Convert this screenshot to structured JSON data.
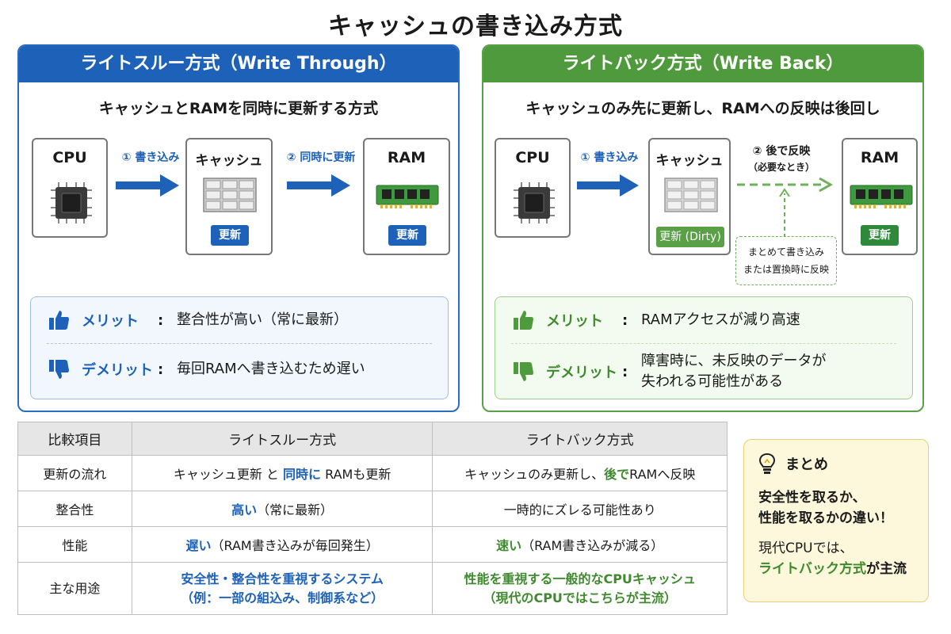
{
  "title": "キャッシュの書き込み方式",
  "write_through": {
    "header": "ライトスルー方式（Write Through）",
    "subtitle": "キャッシュとRAMを同時に更新する方式",
    "cpu_label": "CPU",
    "cache_label": "キャッシュ",
    "ram_label": "RAM",
    "step1": "① 書き込み",
    "step2": "② 同時に更新",
    "cache_badge": "更新",
    "ram_badge": "更新",
    "merit_label": "メリット",
    "merit_text": "整合性が高い（常に最新）",
    "demerit_label": "デメリット",
    "demerit_text": "毎回RAMへ書き込むため遅い",
    "colors": {
      "primary": "#1d62b8"
    }
  },
  "write_back": {
    "header": "ライトバック方式（Write Back）",
    "subtitle": "キャッシュのみ先に更新し、RAMへの反映は後回し",
    "cpu_label": "CPU",
    "cache_label": "キャッシュ",
    "ram_label": "RAM",
    "step1": "① 書き込み",
    "step2": "② 後で反映",
    "step2_note": "（必要なとき）",
    "cache_badge": "更新 (Dirty)",
    "ram_badge": "更新",
    "note_line1": "まとめて書き込み",
    "note_line2": "または置換時に反映",
    "merit_label": "メリット",
    "merit_text": "RAMアクセスが減り高速",
    "demerit_label": "デメリット",
    "demerit_text_line1": "障害時に、未反映のデータが",
    "demerit_text_line2": "失われる可能性がある",
    "colors": {
      "primary": "#4f9a3c"
    }
  },
  "comparison": {
    "headers": [
      "比較項目",
      "ライトスルー方式",
      "ライトバック方式"
    ],
    "flow": {
      "label": "更新の流れ",
      "wt_a": "キャッシュ更新 と ",
      "wt_b": "同時に",
      "wt_c": " RAMも更新",
      "wb_a": "キャッシュのみ更新し、",
      "wb_b": "後で",
      "wb_c": "RAMへ反映"
    },
    "consistency": {
      "label": "整合性",
      "wt_a": "高い",
      "wt_b": "（常に最新）",
      "wb": "一時的にズレる可能性あり"
    },
    "performance": {
      "label": "性能",
      "wt_a": "遅い",
      "wt_b": "（RAM書き込みが毎回発生）",
      "wb_a": "速い",
      "wb_b": "（RAM書き込みが減る）"
    },
    "usage": {
      "label": "主な用途",
      "wt_line1": "安全性・整合性を重視するシステム",
      "wt_line2": "（例：一部の組込み、制御系など）",
      "wb_line1": "性能を重視する一般的なCPUキャッシュ",
      "wb_line2": "（現代のCPUではこちらが主流）"
    }
  },
  "summary": {
    "title": "まとめ",
    "line1": "安全性を取るか、",
    "line2": "性能を取るかの違い！",
    "line3": "現代CPUでは、",
    "line4_highlight": "ライトバック方式",
    "line4_rest": "が主流"
  }
}
